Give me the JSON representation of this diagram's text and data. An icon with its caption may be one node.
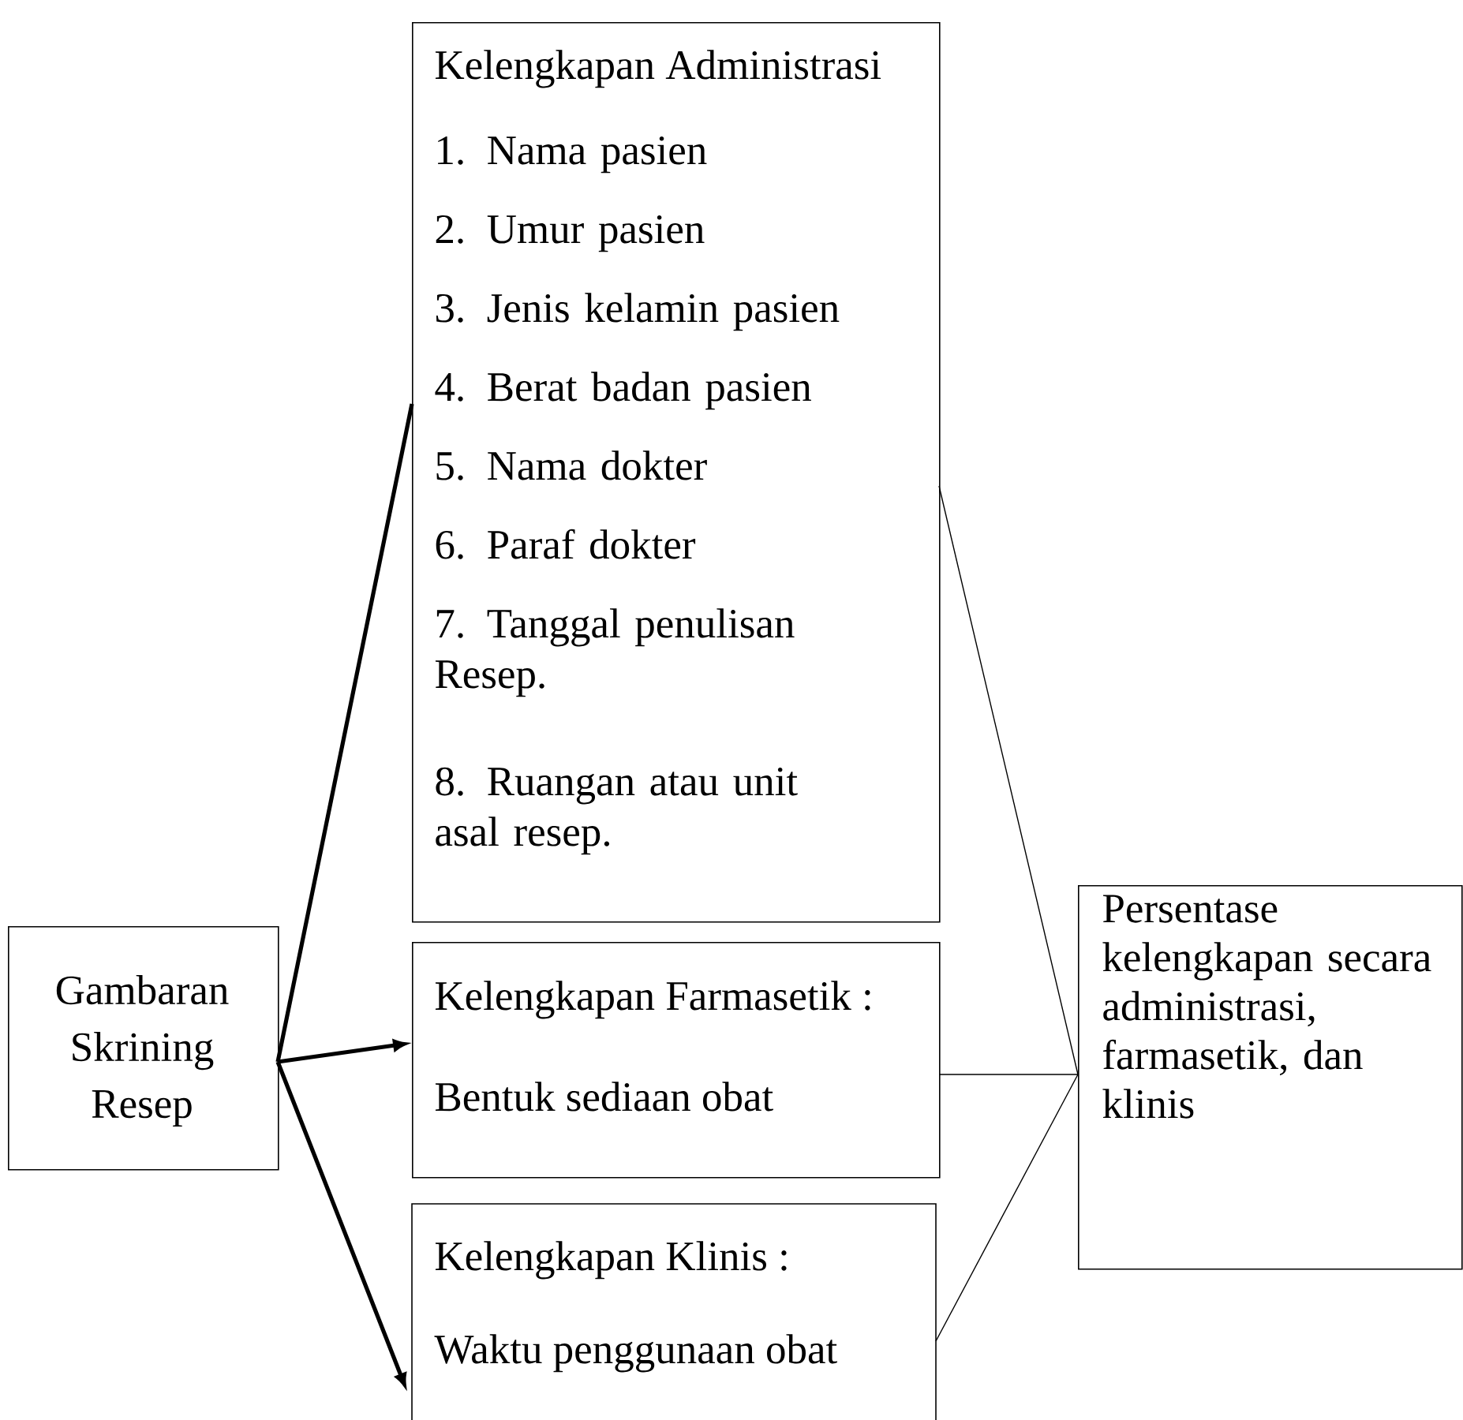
{
  "diagram": {
    "nodes": [
      {
        "text": [
          "Kelengkapan Administrasi",
          "1. Nama pasien",
          "2. Umur pasien",
          "3. Jenis kelamin pasien",
          "4. Berat badan pasien",
          "5. Nama dokter",
          "6. Paraf dokter",
          "7. Tanggal penulisan Resep.",
          "8. Ruangan atau unit asal resep."
        ]
      },
      {
        "text": [
          "Kelengkapan Farmasetik :",
          "Bentuk sediaan obat"
        ]
      },
      {
        "text": [
          "Kelengkapan Klinis :",
          "Waktu penggunaan obat"
        ]
      },
      {
        "text": [
          "Gambaran Skrining Resep"
        ]
      },
      {
        "text": [
          "Persentase kelengkapan secara administrasi, farmasetik, dan klinis"
        ]
      }
    ],
    "edges": [
      {
        "from": 3,
        "to": 0,
        "arrow": "none",
        "style": "thick"
      },
      {
        "from": 3,
        "to": 1,
        "arrow": "to",
        "style": "thick"
      },
      {
        "from": 3,
        "to": 2,
        "arrow": "to",
        "style": "thick"
      },
      {
        "from": 0,
        "to": 4,
        "arrow": "none"
      },
      {
        "from": 1,
        "to": 4,
        "arrow": "none"
      },
      {
        "from": 2,
        "to": 4,
        "arrow": "none"
      }
    ]
  }
}
